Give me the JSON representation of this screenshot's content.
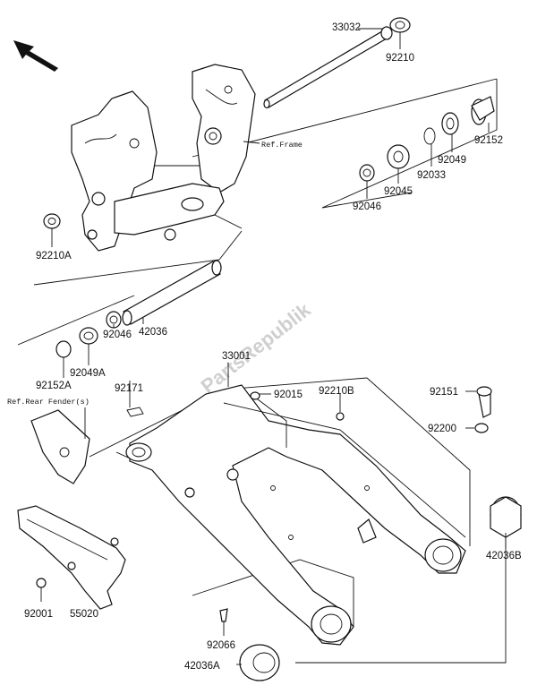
{
  "watermark": "PartsRepublik",
  "references": {
    "frame": "Ref.Frame",
    "rear_fender": "Ref.Rear Fender(s)"
  },
  "parts": {
    "p33032": "33032",
    "p92210": "92210",
    "p92152": "92152",
    "p92049": "92049",
    "p92033": "92033",
    "p92045": "92045",
    "p92046_top": "92046",
    "p92210A": "92210A",
    "p42036": "42036",
    "p92046_left": "92046",
    "p92049A": "92049A",
    "p92152A": "92152A",
    "p92171": "92171",
    "p33001": "33001",
    "p92015": "92015",
    "p92210B": "92210B",
    "p92151": "92151",
    "p92200": "92200",
    "p42036B": "42036B",
    "p92001": "92001",
    "p55020": "55020",
    "p92066": "92066",
    "p42036A": "42036A"
  }
}
